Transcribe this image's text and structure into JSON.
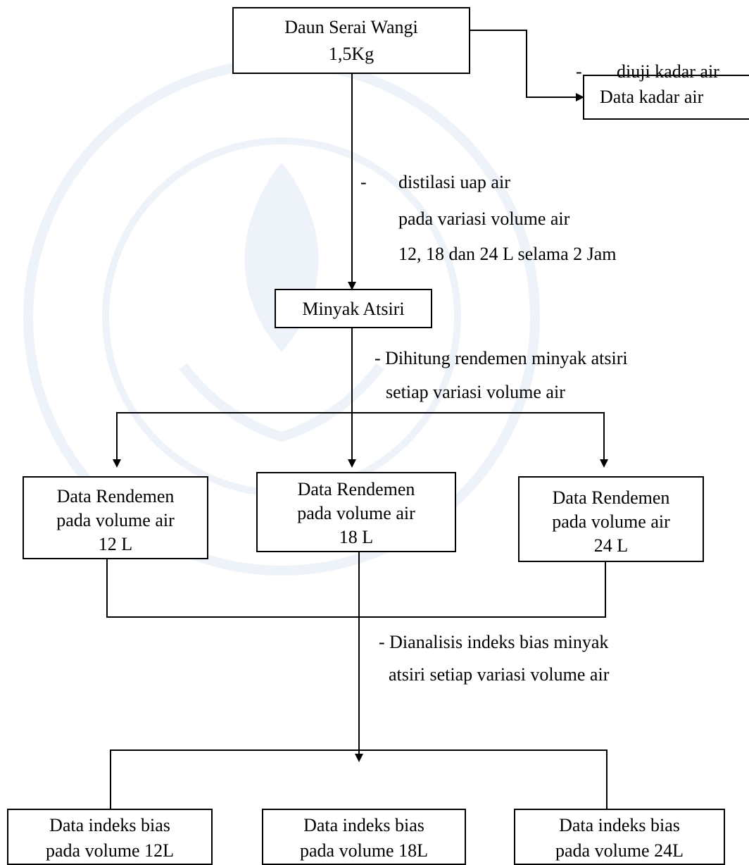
{
  "nodes": {
    "start": {
      "line1": "Daun Serai Wangi",
      "line2": "1,5Kg"
    },
    "kadar_air": {
      "label": "Data kadar air"
    },
    "minyak": {
      "label": "Minyak Atsiri"
    },
    "rend12": {
      "line1": "Data Rendemen",
      "line2": "pada volume air",
      "line3": "12 L"
    },
    "rend18": {
      "line1": "Data Rendemen",
      "line2": "pada volume air",
      "line3": "18 L"
    },
    "rend24": {
      "line1": "Data Rendemen",
      "line2": "pada volume air",
      "line3": "24 L"
    },
    "bias12": {
      "line1": "Data indeks bias",
      "line2": "pada volume 12L"
    },
    "bias18": {
      "line1": "Data indeks bias",
      "line2": "pada volume 18L"
    },
    "bias24": {
      "line1": "Data indeks bias",
      "line2": "pada volume 24L"
    }
  },
  "annotations": {
    "uji": {
      "dash": "-",
      "text": "diuji kadar air"
    },
    "distilasi": {
      "dash": "-",
      "line1": "distilasi uap air",
      "line2": "pada variasi volume air",
      "line3": "12, 18 dan 24 L selama 2 Jam"
    },
    "rendemen": {
      "line1": "- Dihitung rendemen minyak atsiri",
      "line2": "setiap variasi volume air"
    },
    "indeks": {
      "line1": "- Dianalisis  indeks  bias  minyak",
      "line2": "atsiri setiap variasi volume air"
    }
  }
}
